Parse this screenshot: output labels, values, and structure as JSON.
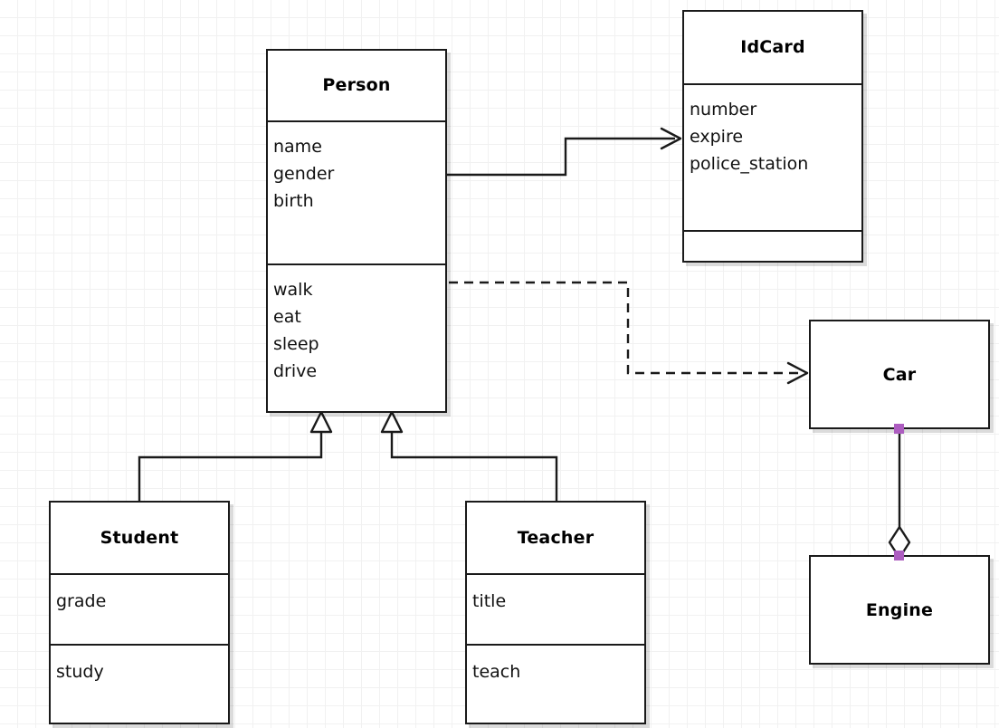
{
  "diagram": {
    "kind": "uml-class-diagram",
    "background": "#ffffff",
    "grid_color": "#f1f1f1",
    "grid_spacing": 20,
    "line_color": "#1a1a1a",
    "handle_color": "#ad5dc0"
  },
  "classes": {
    "person": {
      "name": "Person",
      "attributes": [
        "name",
        "gender",
        "birth"
      ],
      "operations": [
        "walk",
        "eat",
        "sleep",
        "drive"
      ]
    },
    "idcard": {
      "name": "IdCard",
      "attributes": [
        "number",
        "expire",
        "police_station"
      ],
      "operations": []
    },
    "student": {
      "name": "Student",
      "attributes": [
        "grade"
      ],
      "operations": [
        "study"
      ]
    },
    "teacher": {
      "name": "Teacher",
      "attributes": [
        "title"
      ],
      "operations": [
        "teach"
      ]
    },
    "car": {
      "name": "Car"
    },
    "engine": {
      "name": "Engine"
    }
  },
  "relations": [
    {
      "id": "person-idcard",
      "type": "association",
      "from": "Person",
      "to": "IdCard",
      "style": "solid",
      "arrow": "open"
    },
    {
      "id": "person-car",
      "type": "dependency",
      "from": "Person",
      "to": "Car",
      "style": "dashed",
      "arrow": "open"
    },
    {
      "id": "student-person",
      "type": "generalization",
      "from": "Student",
      "to": "Person",
      "style": "solid",
      "arrow": "hollow-triangle"
    },
    {
      "id": "teacher-person",
      "type": "generalization",
      "from": "Teacher",
      "to": "Person",
      "style": "solid",
      "arrow": "hollow-triangle"
    },
    {
      "id": "engine-car",
      "type": "aggregation",
      "from": "Engine",
      "to": "Car",
      "style": "solid",
      "arrow": "hollow-diamond"
    }
  ]
}
